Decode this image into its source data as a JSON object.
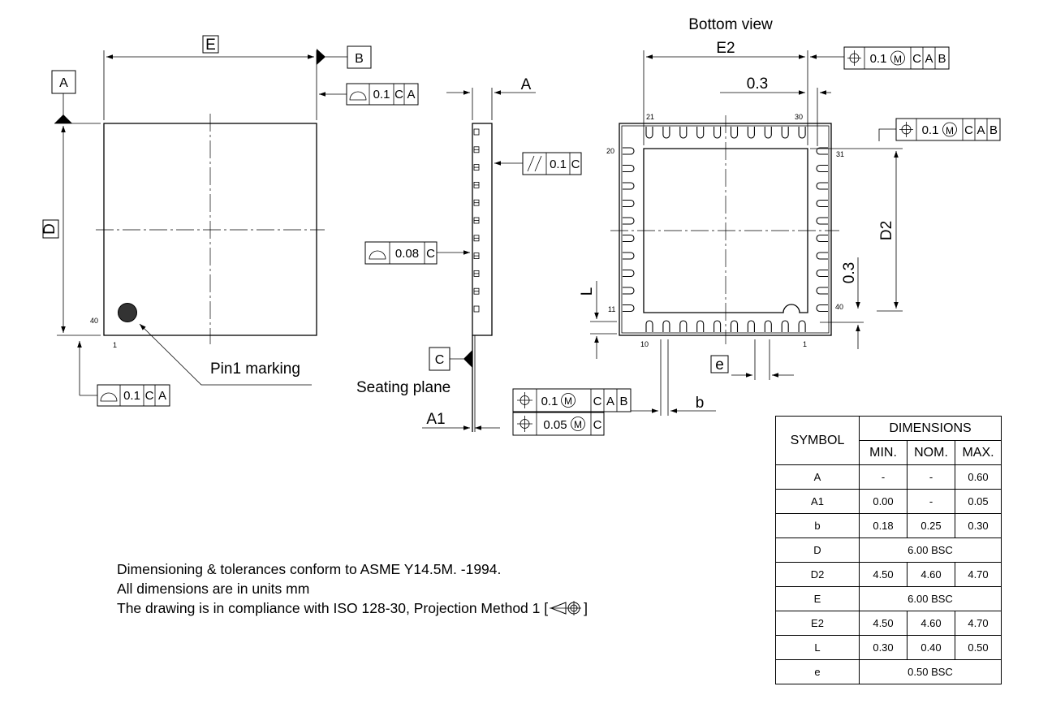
{
  "views": {
    "top": {
      "dim_E": "E",
      "dim_D": "D",
      "datum_A": "A",
      "datum_B": "B",
      "pin_40": "40",
      "pin_1": "1",
      "pin1_marking": "Pin1 marking",
      "fcf_profile_top": [
        "0.1",
        "C",
        "A"
      ],
      "fcf_profile_bottom": [
        "0.1",
        "C",
        "A"
      ]
    },
    "side": {
      "dim_A": "A",
      "dim_A1": "A1",
      "datum_C": "C",
      "seating_plane": "Seating plane",
      "fcf_parallel": [
        "0.1",
        "C"
      ],
      "fcf_coplanarity": [
        "0.08",
        "C"
      ]
    },
    "bottom": {
      "title": "Bottom view",
      "dim_E2": "E2",
      "dim_D2": "D2",
      "dim_03_h": "0.3",
      "dim_03_v": "0.3",
      "dim_L": "L",
      "dim_e": "e",
      "dim_b": "b",
      "pins": {
        "p21": "21",
        "p30": "30",
        "p20": "20",
        "p31": "31",
        "p11": "11",
        "p40": "40",
        "p10": "10",
        "p1": "1"
      },
      "fcf_e2": [
        "0.1",
        "M",
        "C",
        "A",
        "B"
      ],
      "fcf_d2": [
        "0.1",
        "M",
        "C",
        "A",
        "B"
      ],
      "fcf_b1": [
        "0.1",
        "M",
        "C",
        "A",
        "B"
      ],
      "fcf_b2": [
        "0.05",
        "M",
        "C"
      ]
    }
  },
  "notes": [
    "Dimensioning & tolerances conform to ASME Y14.5M. -1994.",
    "All dimensions are in units mm",
    "The drawing is in compliance with ISO 128-30, Projection Method 1 ["
  ],
  "notes_suffix": "]",
  "table": {
    "symbol_header": "SYMBOL",
    "dimensions_header": "DIMENSIONS",
    "col_min": "MIN.",
    "col_nom": "NOM.",
    "col_max": "MAX.",
    "rows": [
      {
        "symbol": "A",
        "min": "-",
        "nom": "-",
        "max": "0.60"
      },
      {
        "symbol": "A1",
        "min": "0.00",
        "nom": "-",
        "max": "0.05"
      },
      {
        "symbol": "b",
        "min": "0.18",
        "nom": "0.25",
        "max": "0.30"
      },
      {
        "symbol": "D",
        "span": "6.00 BSC"
      },
      {
        "symbol": "D2",
        "min": "4.50",
        "nom": "4.60",
        "max": "4.70"
      },
      {
        "symbol": "E",
        "span": "6.00 BSC"
      },
      {
        "symbol": "E2",
        "min": "4.50",
        "nom": "4.60",
        "max": "4.70"
      },
      {
        "symbol": "L",
        "min": "0.30",
        "nom": "0.40",
        "max": "0.50"
      },
      {
        "symbol": "e",
        "span": "0.50 BSC"
      }
    ]
  }
}
